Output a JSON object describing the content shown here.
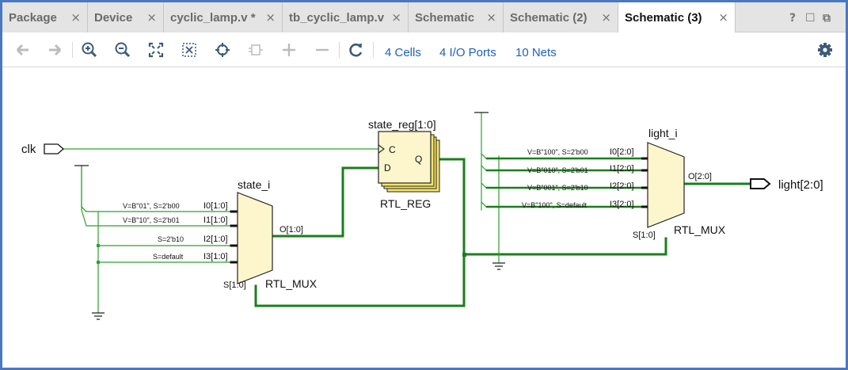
{
  "tabs": [
    {
      "label": "Package",
      "active": false
    },
    {
      "label": "Device",
      "active": false
    },
    {
      "label": "cyclic_lamp.v *",
      "active": false
    },
    {
      "label": "tb_cyclic_lamp.v",
      "active": false
    },
    {
      "label": "Schematic",
      "active": false
    },
    {
      "label": "Schematic (2)",
      "active": false
    },
    {
      "label": "Schematic (3)",
      "active": true
    }
  ],
  "tab_close_glyph": "×",
  "window_controls": {
    "help": "?",
    "restore": "☐",
    "float": "⧉"
  },
  "toolbar": {
    "buttons": [
      "back-icon",
      "forward-icon",
      "zoom-in-icon",
      "zoom-out-icon",
      "zoom-fit-icon",
      "fit-selection-icon",
      "auto-fit-icon",
      "collapse-icon",
      "expand-icon",
      "reduce-icon",
      "refresh-icon"
    ],
    "cells_link": "4 Cells",
    "ports_link": "4 I/O Ports",
    "nets_link": "10 Nets",
    "settings_icon": "gear-icon"
  },
  "schematic": {
    "input_port": "clk",
    "output_port": "light[2:0]",
    "reg": {
      "name": "state_reg[1:0]",
      "type": "RTL_REG",
      "pins": {
        "c": "C",
        "d": "D",
        "q": "Q"
      }
    },
    "mux_state": {
      "name": "state_i",
      "type": "RTL_MUX",
      "inputs": [
        {
          "pin": "I0[1:0]",
          "cond": "V=B\"01\", S=2'b00"
        },
        {
          "pin": "I1[1:0]",
          "cond": "V=B\"10\", S=2'b01"
        },
        {
          "pin": "I2[1:0]",
          "cond": "S=2'b10"
        },
        {
          "pin": "I3[1:0]",
          "cond": "S=default"
        }
      ],
      "select": "S[1:0]",
      "output": "O[1:0]"
    },
    "mux_light": {
      "name": "light_i",
      "type": "RTL_MUX",
      "inputs": [
        {
          "pin": "I0[2:0]",
          "cond": "V=B\"100\", S=2'b00"
        },
        {
          "pin": "I1[2:0]",
          "cond": "V=B\"010\", S=2'b01"
        },
        {
          "pin": "I2[2:0]",
          "cond": "V=B\"001\", S=2'b10"
        },
        {
          "pin": "I3[2:0]",
          "cond": "V=B\"100\", S=default"
        }
      ],
      "select": "S[1:0]",
      "output": "O[2:0]"
    }
  },
  "colors": {
    "net_thin": "#2ea02e",
    "net_bus": "#1a7f1a",
    "cell_fill": "#fdf6cc",
    "reg_stack": "#f5e56a",
    "link": "#1f5fc0",
    "frame": "#4a78c2"
  }
}
